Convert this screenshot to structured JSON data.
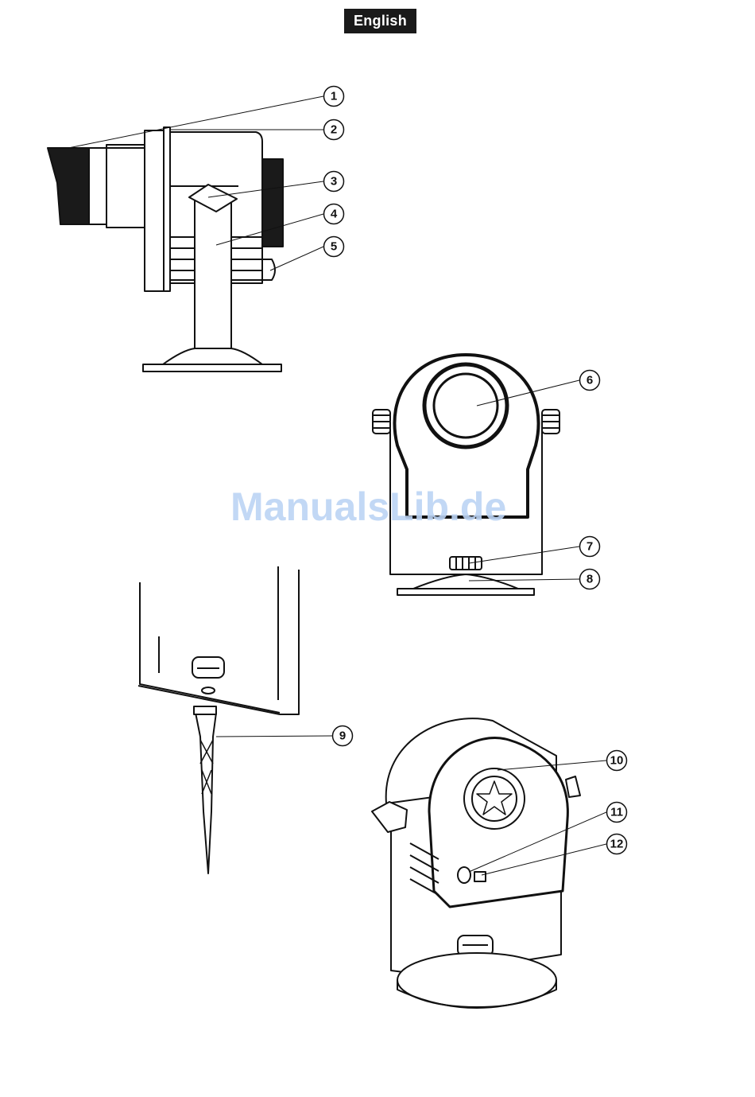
{
  "header": {
    "language_label": "English"
  },
  "watermark": {
    "text": "ManualsLib.de"
  },
  "callouts": [
    "1",
    "2",
    "3",
    "4",
    "5",
    "6",
    "7",
    "8",
    "9",
    "10",
    "11",
    "12"
  ],
  "colors": {
    "ink": "#111111",
    "watermark": "#bcd4f4",
    "badge_bg": "#1a1a1a"
  }
}
